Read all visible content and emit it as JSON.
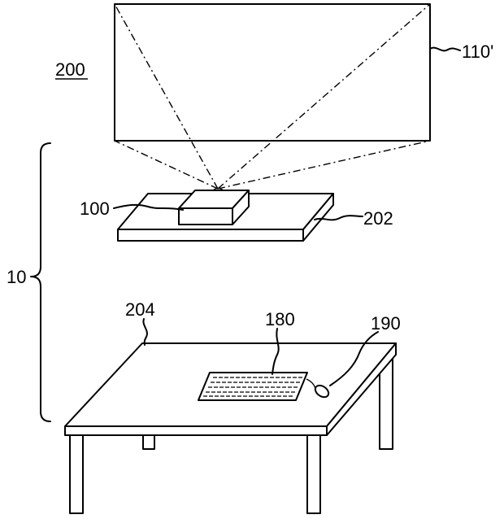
{
  "figure": {
    "reference_numerals": {
      "system": "200",
      "projected_image": "110'",
      "projector": "100",
      "shelf": "202",
      "assembly": "10",
      "table": "204",
      "keyboard": "180",
      "mouse": "190"
    }
  }
}
